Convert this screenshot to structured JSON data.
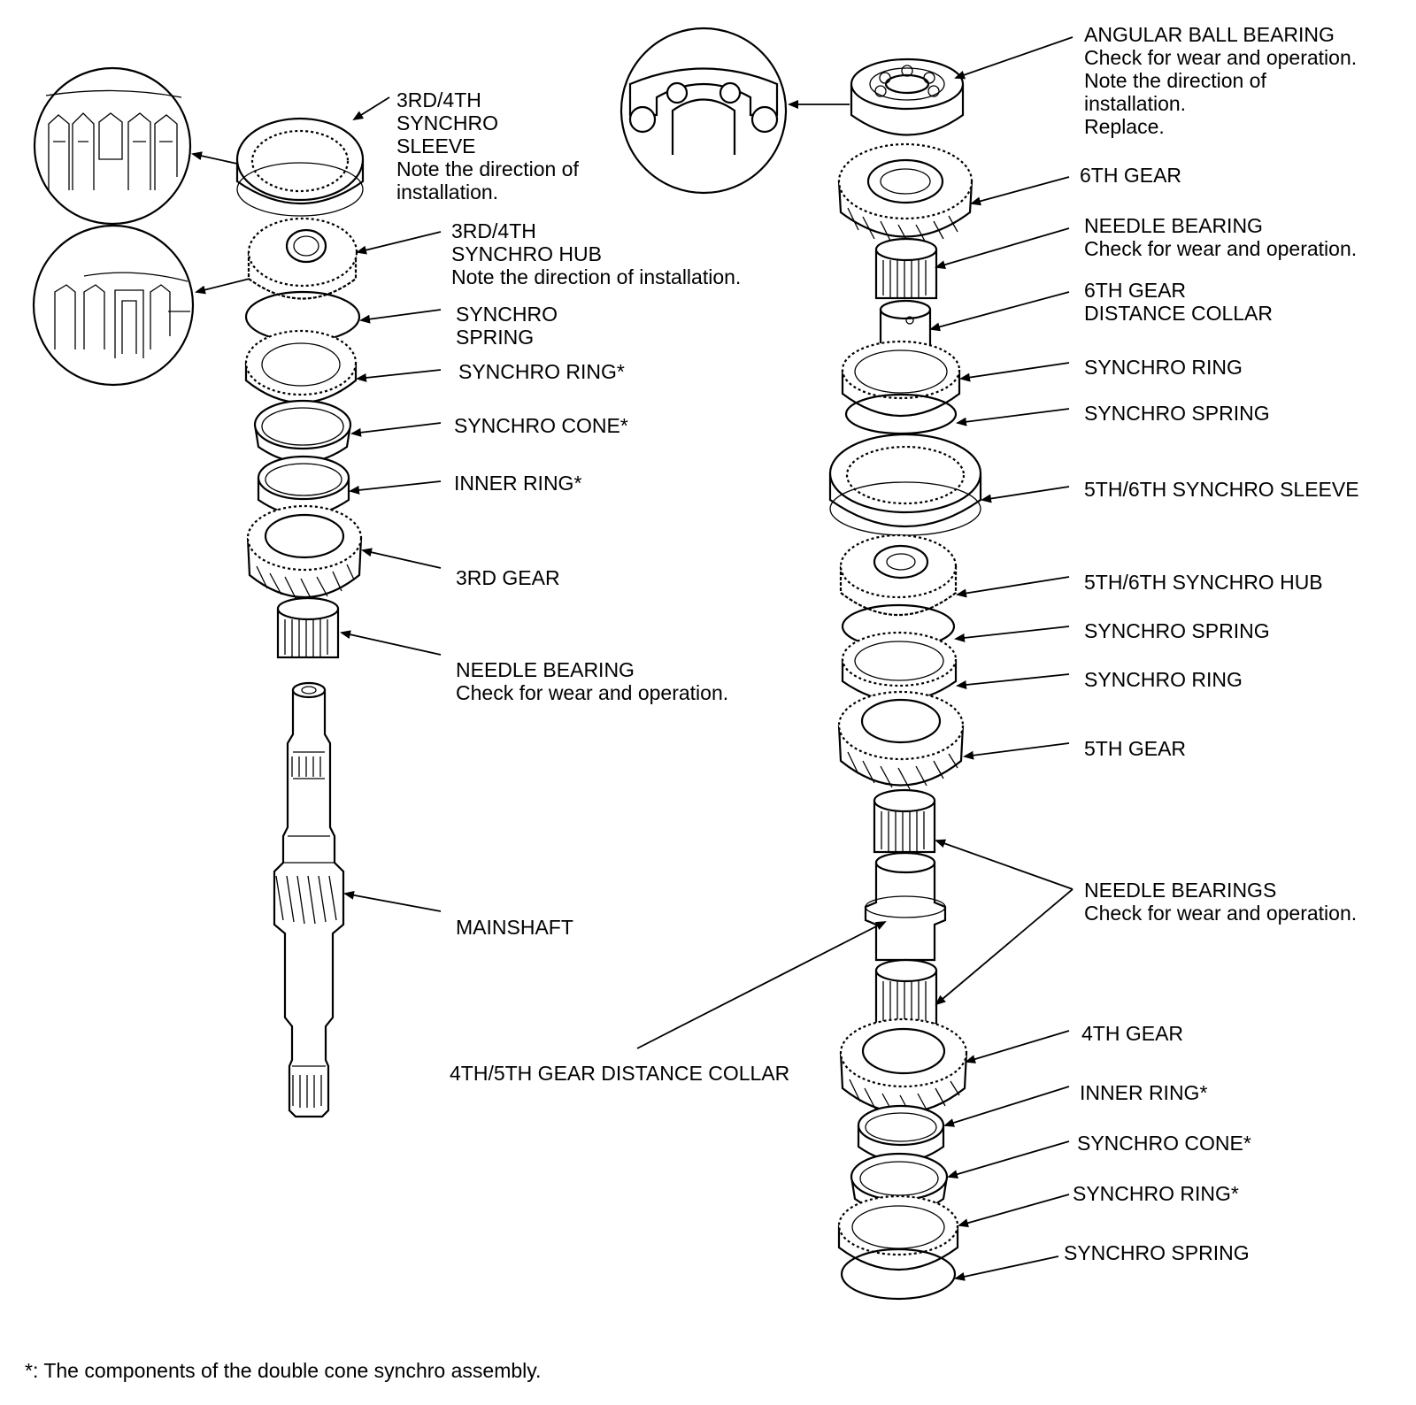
{
  "labels": {
    "l_sleeve34": {
      "title": "3RD/4TH\nSYNCHRO\nSLEEVE",
      "note": "Note the direction of\ninstallation."
    },
    "l_hub34": {
      "title": "3RD/4TH\nSYNCHRO HUB",
      "note": "Note the direction of installation."
    },
    "l_spring_a": {
      "title": "SYNCHRO\nSPRING",
      "note": ""
    },
    "l_ring_a": {
      "title": "SYNCHRO RING*",
      "note": ""
    },
    "l_cone_a": {
      "title": "SYNCHRO CONE*",
      "note": ""
    },
    "l_inner_a": {
      "title": "INNER RING*",
      "note": ""
    },
    "l_gear3": {
      "title": "3RD GEAR",
      "note": ""
    },
    "l_needle_a": {
      "title": "NEEDLE BEARING",
      "note": "Check for wear and operation."
    },
    "l_mainshaft": {
      "title": "MAINSHAFT",
      "note": ""
    },
    "l_collar45": {
      "title": "4TH/5TH GEAR DISTANCE COLLAR",
      "note": ""
    },
    "l_ball": {
      "title": "ANGULAR BALL BEARING",
      "note": "Check for wear and operation.\nNote the direction of\ninstallation.\nReplace."
    },
    "l_gear6": {
      "title": "6TH GEAR",
      "note": ""
    },
    "l_needle_b": {
      "title": "NEEDLE BEARING",
      "note": "Check for wear and operation."
    },
    "l_collar6": {
      "title": "6TH GEAR\nDISTANCE COLLAR",
      "note": ""
    },
    "l_ring_b": {
      "title": "SYNCHRO RING",
      "note": ""
    },
    "l_spring_b": {
      "title": "SYNCHRO SPRING",
      "note": ""
    },
    "l_sleeve56": {
      "title": "5TH/6TH SYNCHRO SLEEVE",
      "note": ""
    },
    "l_hub56": {
      "title": "5TH/6TH SYNCHRO HUB",
      "note": ""
    },
    "l_spring_c": {
      "title": "SYNCHRO SPRING",
      "note": ""
    },
    "l_ring_c": {
      "title": "SYNCHRO RING",
      "note": ""
    },
    "l_gear5": {
      "title": "5TH GEAR",
      "note": ""
    },
    "l_needles": {
      "title": "NEEDLE BEARINGS",
      "note": "Check for wear and operation."
    },
    "l_gear4": {
      "title": "4TH GEAR",
      "note": ""
    },
    "l_inner_b": {
      "title": "INNER RING*",
      "note": ""
    },
    "l_cone_b": {
      "title": "SYNCHRO CONE*",
      "note": ""
    },
    "l_ring_d": {
      "title": "SYNCHRO RING*",
      "note": ""
    },
    "l_spring_d": {
      "title": "SYNCHRO SPRING",
      "note": ""
    }
  },
  "footnote": "*: The components of the double cone synchro assembly."
}
